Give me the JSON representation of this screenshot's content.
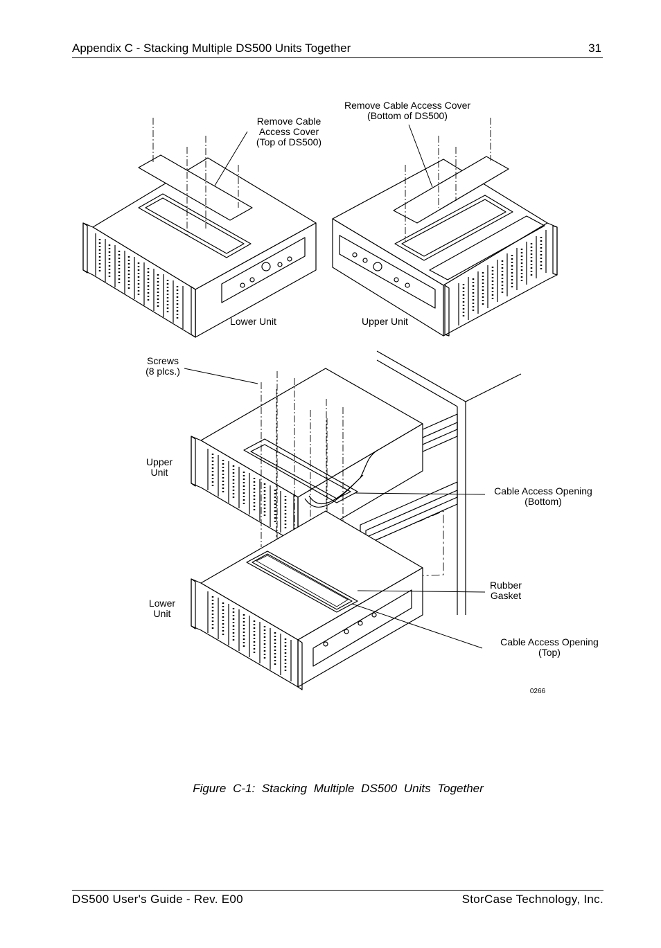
{
  "header": {
    "title": "Appendix C - Stacking Multiple DS500 Units Together",
    "page_number": "31"
  },
  "figure": {
    "labels": {
      "remove_top_l1": "Remove Cable",
      "remove_top_l2": "Access Cover",
      "remove_top_l3": "(Top of DS500)",
      "remove_bottom_l1": "Remove Cable Access Cover",
      "remove_bottom_l2": "(Bottom of DS500)",
      "lower_unit_top": "Lower Unit",
      "upper_unit_top": "Upper Unit",
      "screws_l1": "Screws",
      "screws_l2": "(8 plcs.)",
      "upper_l1": "Upper",
      "upper_l2": "Unit",
      "lower_l1": "Lower",
      "lower_l2": "Unit",
      "cao_bottom_l1": "Cable Access Opening",
      "cao_bottom_l2": "(Bottom)",
      "gasket_l1": "Rubber",
      "gasket_l2": "Gasket",
      "cao_top_l1": "Cable Access Opening",
      "cao_top_l2": "(Top)",
      "figure_id": "0266"
    },
    "caption": "Figure C-1:  Stacking Multiple DS500 Units Together"
  },
  "footer": {
    "left": "DS500 User's Guide - Rev. E00",
    "right": "StorCase Technology, Inc."
  }
}
